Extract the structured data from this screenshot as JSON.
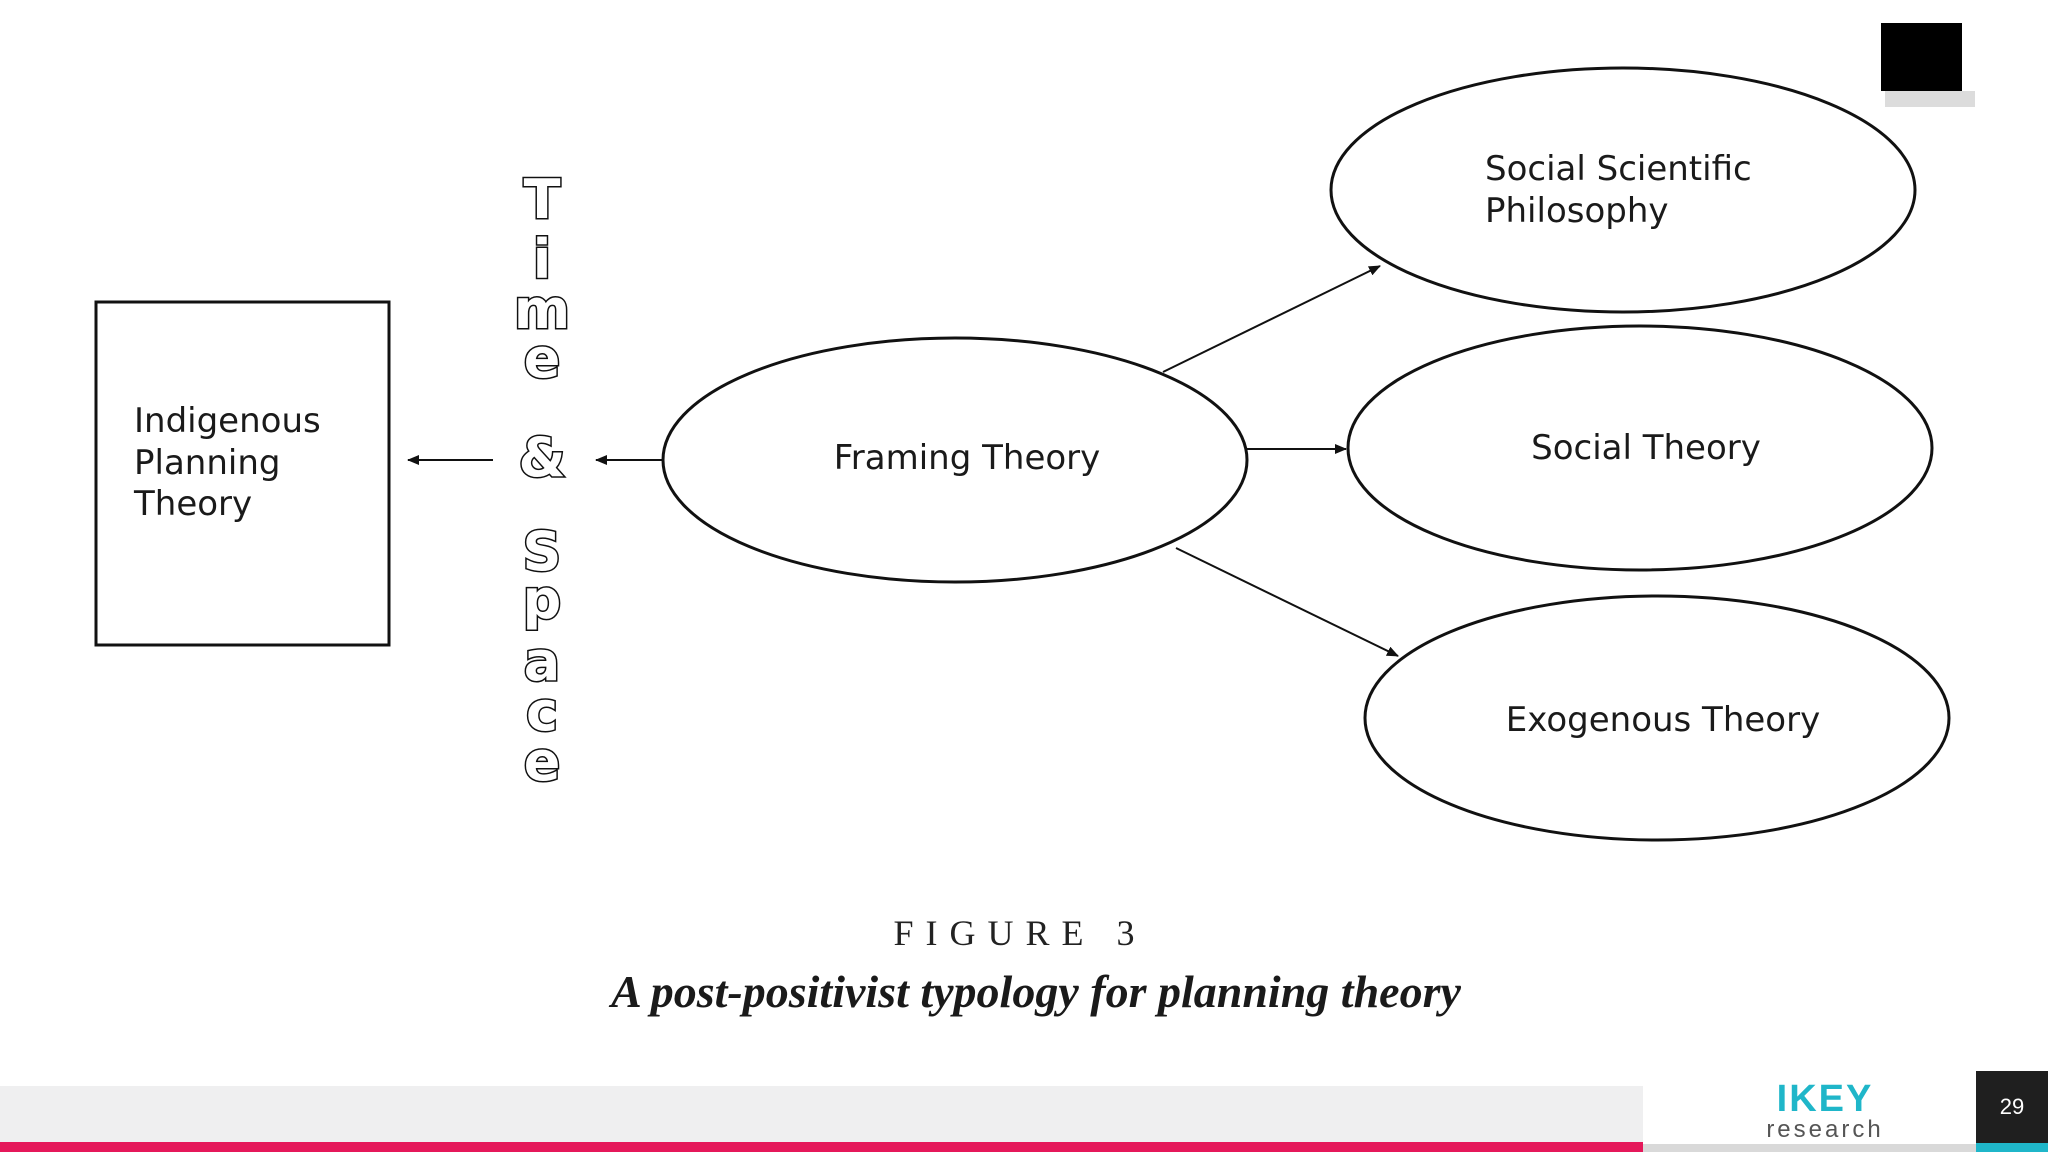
{
  "nodes": {
    "indigenous": {
      "lines": [
        "Indigenous",
        "Planning",
        "Theory"
      ]
    },
    "framing": {
      "label": "Framing Theory"
    },
    "social_scientific": {
      "lines": [
        "Social Scientific",
        "Philosophy"
      ]
    },
    "social": {
      "label": "Social Theory"
    },
    "exogenous": {
      "label": "Exogenous Theory"
    }
  },
  "vertical_text": {
    "letters": [
      "T",
      "i",
      "m",
      "e",
      "&",
      "S",
      "p",
      "a",
      "c",
      "e"
    ]
  },
  "figure": {
    "label": "FIGURE 3",
    "caption": "A post-positivist typology for planning theory"
  },
  "footer": {
    "logo_top": "IKEY",
    "logo_bottom": "research",
    "page_number": "29"
  },
  "colors": {
    "accent_pink": "#e5185a",
    "accent_teal": "#1fb6c9"
  }
}
